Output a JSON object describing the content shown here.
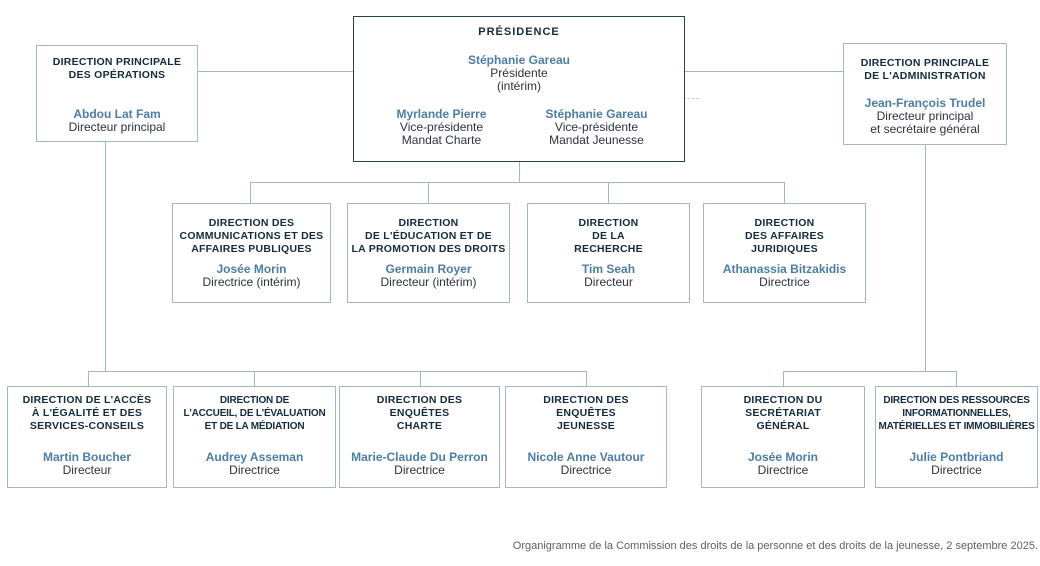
{
  "colors": {
    "box_border": "#a4b7c0",
    "presidency_border": "#24424f",
    "connector": "#a4b7c0",
    "title_text": "#142a3e",
    "name_text": "#4c7da6",
    "role_text": "#2d3139",
    "caption_text": "#5c6166"
  },
  "caption": "Organigramme de la Commission des droits de la personne et des droits de la jeunesse, 2 septembre 2025.",
  "org": {
    "presidence": {
      "title": "PRÉSIDENCE",
      "presidente": {
        "name": "Stéphanie Gareau",
        "role": "Présidente",
        "note": "(intérim)"
      },
      "vice_presidentes": [
        {
          "name": "Myrlande Pierre",
          "role": "Vice-présidente",
          "mandat": "Mandat Charte"
        },
        {
          "name": "Stéphanie Gareau",
          "role": "Vice-présidente",
          "mandat": "Mandat Jeunesse"
        }
      ]
    },
    "operations": {
      "title": "DIRECTION PRINCIPALE\nDES OPÉRATIONS",
      "name": "Abdou Lat Fam",
      "role": "Directeur principal"
    },
    "administration": {
      "title": "DIRECTION PRINCIPALE\nDE L'ADMINISTRATION",
      "name": "Jean-François Trudel",
      "role": "Directeur principal\net secrétaire général"
    },
    "communications": {
      "title": "DIRECTION DES\nCOMMUNICATIONS ET DES\nAFFAIRES PUBLIQUES",
      "name": "Josée Morin",
      "role": "Directrice (intérim)"
    },
    "education": {
      "title": "DIRECTION\nDE L'ÉDUCATION ET DE\nLA PROMOTION DES DROITS",
      "name": "Germain Royer",
      "role": "Directeur (intérim)"
    },
    "recherche": {
      "title": "DIRECTION\nDE LA\nRECHERCHE",
      "name": "Tim Seah",
      "role": "Directeur"
    },
    "affaires_juridiques": {
      "title": "DIRECTION\nDES AFFAIRES\nJURIDIQUES",
      "name": "Athanassia Bitzakidis",
      "role": "Directrice"
    },
    "acces_egalite": {
      "title": "DIRECTION DE L'ACCÈS\nÀ L'ÉGALITÉ ET DES\nSERVICES-CONSEILS",
      "name": "Martin Boucher",
      "role": "Directeur"
    },
    "accueil": {
      "title": "DIRECTION DE\nL'ACCUEIL, DE L'ÉVALUATION\nET DE LA MÉDIATION",
      "name": "Audrey Asseman",
      "role": "Directrice"
    },
    "enquetes_charte": {
      "title": "DIRECTION DES\nENQUÊTES\nCHARTE",
      "name": "Marie-Claude Du Perron",
      "role": "Directrice"
    },
    "enquetes_jeunesse": {
      "title": "DIRECTION DES\nENQUÊTES\nJEUNESSE",
      "name": "Nicole Anne Vautour",
      "role": "Directrice"
    },
    "secretariat_general": {
      "title": "DIRECTION DU\nSECRÉTARIAT\nGÉNÉRAL",
      "name": "Josée Morin",
      "role": "Directrice"
    },
    "ressources": {
      "title": "DIRECTION DES RESSOURCES\nINFORMATIONNELLES,\nMATÉRIELLES ET IMMOBILIÈRES",
      "name": "Julie Pontbriand",
      "role": "Directrice"
    }
  }
}
